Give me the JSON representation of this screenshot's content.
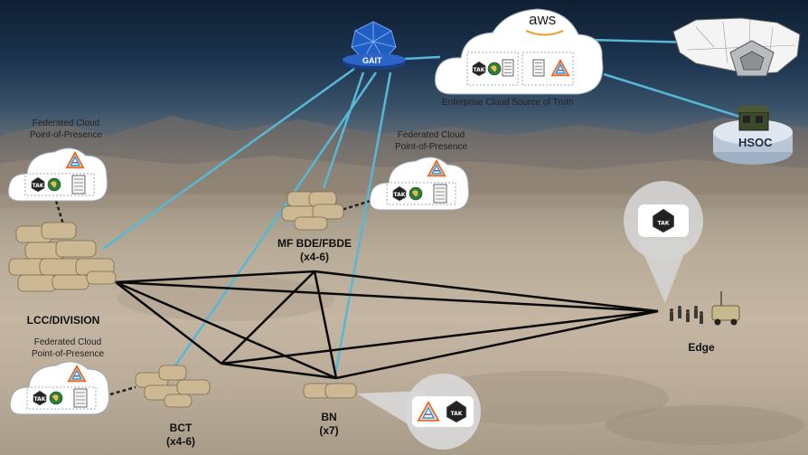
{
  "labels": {
    "aws": "aws",
    "gait": "GAIT",
    "enterprise": "Enterprise Cloud Source of Truth",
    "hsoc": "HSOC",
    "fed_cloud_line1": "Federated Cloud",
    "fed_cloud_line2": "Point-of-Presence",
    "lcc": "LCC/DIVISION",
    "mf_bde": "MF BDE/FBDE",
    "mf_bde_count": "(x4-6)",
    "bct": "BCT",
    "bct_count": "(x4-6)",
    "bn": "BN",
    "bn_count": "(x7)",
    "edge": "Edge",
    "tak": "TAK"
  },
  "colors": {
    "uplink": "#56b8d6",
    "mesh": "#0a0a0a",
    "cloud_fill": "#ffffff",
    "gait_blue": "#1f5fc4",
    "hsoc_disc": "#dfe6ef"
  },
  "icons": [
    "tak-icon",
    "globe-icon",
    "document-icon",
    "triangle-logo-icon",
    "us-map-icon",
    "pentagon-icon",
    "bunker-icon",
    "vehicle-icon"
  ]
}
